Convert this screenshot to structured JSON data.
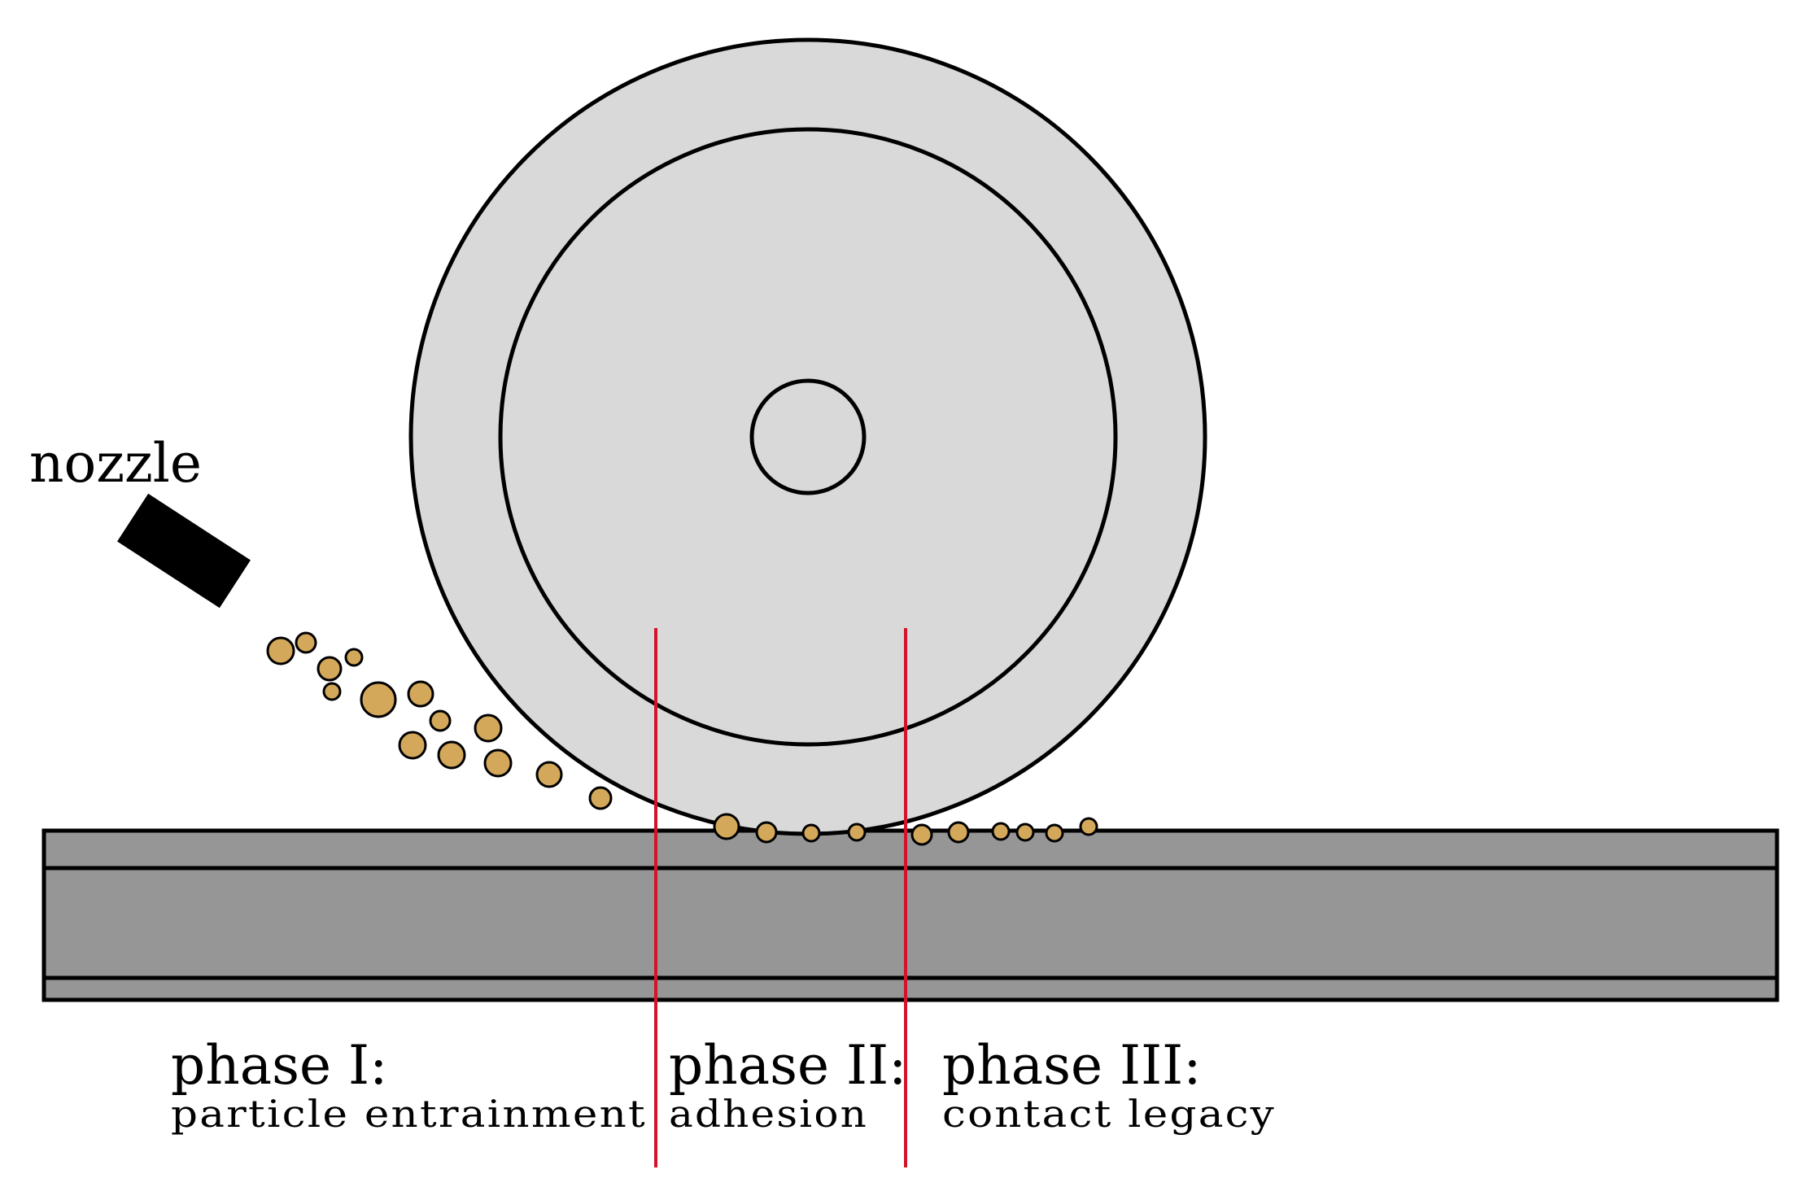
{
  "labels": {
    "nozzle": "nozzle",
    "phase1_title": "phase I:",
    "phase1_subtitle": "particle entrainment",
    "phase2_title": "phase II:",
    "phase2_subtitle": "adhesion",
    "phase3_title": "phase III:",
    "phase3_subtitle": "contact legacy"
  },
  "colors": {
    "wheel_fill": "#d9d9d9",
    "rail_fill": "#969696",
    "particle_fill": "#d4a85a",
    "boundary_line": "#d2132a",
    "outline": "#000000",
    "nozzle": "#000000"
  },
  "icons": {
    "nozzle": "nozzle-block",
    "wheel": "wheel-circles",
    "particle": "sand-particle"
  }
}
